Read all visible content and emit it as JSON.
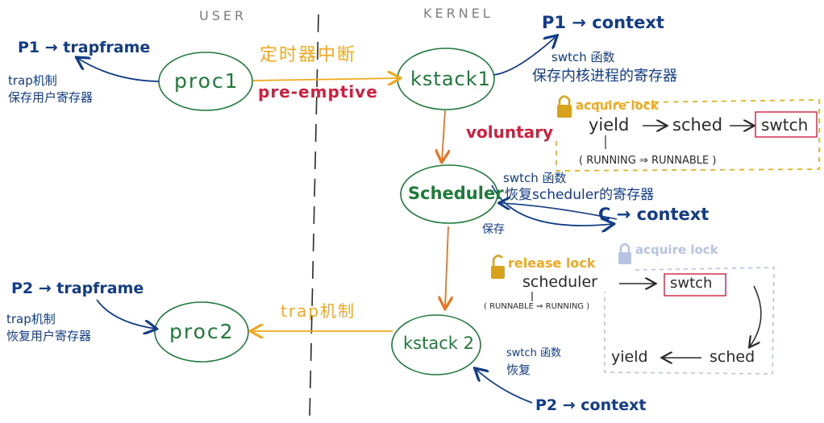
{
  "zones": {
    "user": "USER",
    "kernel": "KERNEL"
  },
  "nodes": {
    "proc1": "proc1",
    "kstack1": "kstack1",
    "scheduler": "Scheduler",
    "proc2": "proc2",
    "kstack2": "kstack 2"
  },
  "notes": {
    "p1_trapframe": "P1 → trapframe",
    "trap_save_line1": "trap机制",
    "trap_save_line2": "保存用户寄存器",
    "timer_interrupt": "定时器中断",
    "preemptive": "pre-emptive",
    "p1_context": "P1 → context",
    "swtch_fn_1": "swtch 函数",
    "save_kernel_regs": "保存内核进程的寄存器",
    "voluntary": "voluntary",
    "acquire_lock_1": "acquire lock",
    "yield_1": "yield",
    "sched_1": "sched",
    "swtch_1": "swtch",
    "running_runnable": "( RUNNING ⇒ RUNNABLE )",
    "swtch_fn_2": "swtch 函数",
    "restore_scheduler_regs": "恢复scheduler的寄存器",
    "c_context": "C → context",
    "save_word": "保存",
    "release_lock": "release lock",
    "acquire_lock_2": "acquire lock",
    "scheduler_label": "scheduler",
    "swtch_2": "swtch",
    "runnable_running": "( RUNNABLE ⇒ RUNNING )",
    "yield_2": "yield",
    "sched_2": "sched",
    "p2_trapframe": "P2 → trapframe",
    "trap_restore_line1": "trap机制",
    "trap_restore_line2": "恢复用户寄存器",
    "trap_mechanism": "trap机制",
    "swtch_fn_3": "swtch 函数",
    "restore_word": "恢复",
    "p2_context": "P2 → context"
  },
  "colors": {
    "blue": "#123c86",
    "green": "#1f7a3a",
    "orange": "#f0a81f",
    "red": "#d0203f",
    "arrow_orange": "#e8741f",
    "gray": "#7d7d7d",
    "lock_gold": "#d9a21b",
    "lock_lavender": "#b7c3e2"
  }
}
